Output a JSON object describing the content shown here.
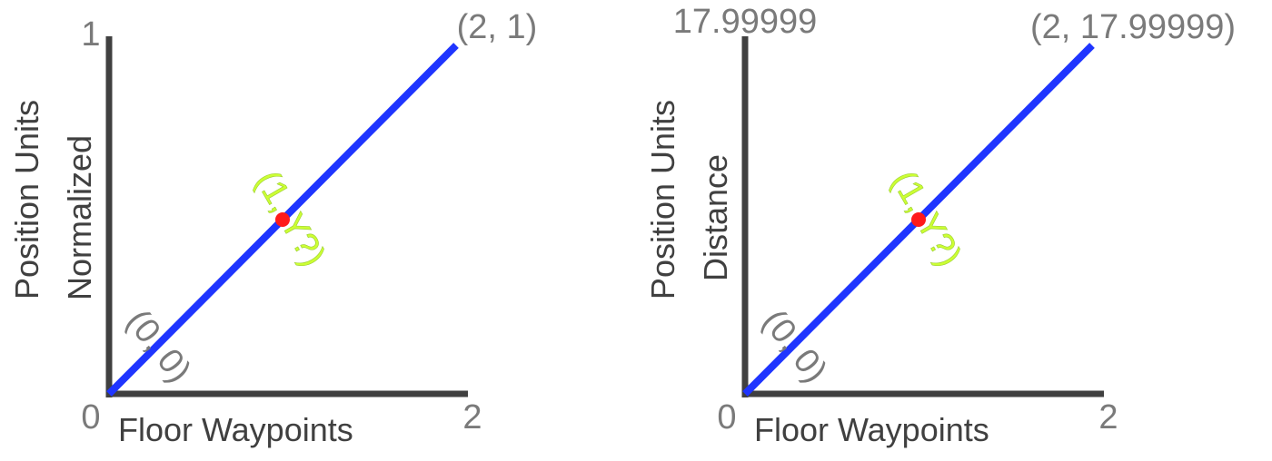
{
  "chart_data": [
    {
      "type": "line",
      "xlabel": "Floor Waypoints",
      "ylabel_line1": "Position Units",
      "ylabel_line2": "Normalized",
      "xlim": [
        0,
        2
      ],
      "ylim": [
        0,
        1
      ],
      "x_ticks": [
        "0",
        "2"
      ],
      "y_ticks": [
        "1"
      ],
      "grid": false,
      "series": [
        {
          "x": [
            0,
            2
          ],
          "y": [
            0,
            1
          ],
          "color": "#1f35ff"
        }
      ],
      "marker": {
        "x": 1,
        "y": 0.5,
        "color": "#ff1a1a"
      },
      "annotations": {
        "start": "(0, 0)",
        "end": "(2, 1)",
        "mid": "(1, Y?)"
      }
    },
    {
      "type": "line",
      "xlabel": "Floor Waypoints",
      "ylabel_line1": "Position Units",
      "ylabel_line2": "Distance",
      "xlim": [
        0,
        2
      ],
      "ylim": [
        0,
        17.99999
      ],
      "x_ticks": [
        "0",
        "2"
      ],
      "y_ticks": [
        "17.99999"
      ],
      "grid": false,
      "series": [
        {
          "x": [
            0,
            2
          ],
          "y": [
            0,
            17.99999
          ],
          "color": "#1f35ff"
        }
      ],
      "marker": {
        "x": 1,
        "y": 9,
        "color": "#ff1a1a"
      },
      "annotations": {
        "start": "(0, 0)",
        "end": "(2, 17.99999)",
        "mid": "(1, Y?)"
      }
    }
  ],
  "colors": {
    "axis": "#404040",
    "tick_text": "#7a7a7a",
    "mid_label": "#ccff33"
  }
}
